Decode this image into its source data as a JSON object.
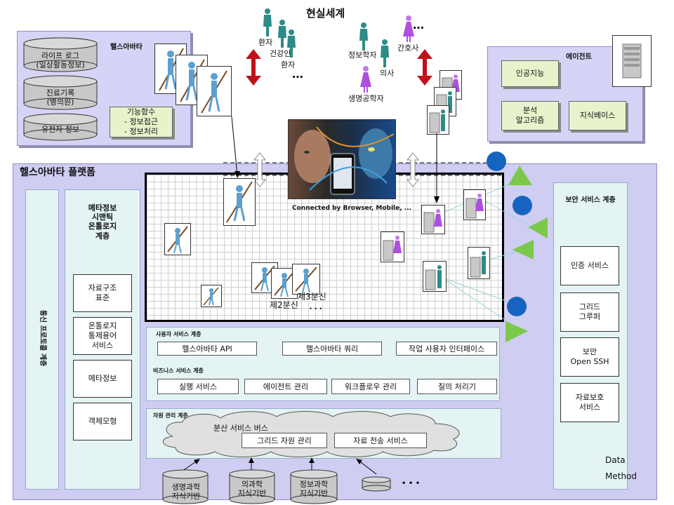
{
  "title": "현실세계",
  "real_world": {
    "patients_group": [
      "환자",
      "건강인",
      "환자"
    ],
    "experts_group": [
      "정보학자",
      "간호사",
      "의사",
      "생명공학자"
    ],
    "ellipsis": "…",
    "ellipsis2": "…",
    "ellipsis3": "• • •"
  },
  "health_avatar_panel": {
    "title": "헬스아바타",
    "db1": "라이프 로그\n(일상활동정보)",
    "db2": "진료기록\n(병의원)",
    "db3": "유전자 정보",
    "note": "기능함수\n- 정보접근\n- 정보처리"
  },
  "agent_panel": {
    "title": "에이전트",
    "note1": "인공지능",
    "note2": "분석\n알고리즘",
    "note3": "지식베이스"
  },
  "platform": {
    "title": "헬스아바타 플랫폼",
    "banner_caption": "Connected by Browser, Mobile, ...",
    "left_vertical": "통신 프로토콜 계층",
    "meta_title": "메타정보\n시맨틱\n온톨로지\n계층",
    "meta_items": [
      "자료구조\n표준",
      "온톨로지\n통제용어\n서비스",
      "메타정보",
      "객체모형"
    ],
    "clone2": "제2분신",
    "clone3": "제3분신",
    "clone_dots": "• • •"
  },
  "user_layer": {
    "title": "사용자 서비스 계층",
    "items": [
      "헬스아바타 API",
      "헬스아바타 쿼리",
      "작업 사용자 인터페이스"
    ]
  },
  "business_layer": {
    "title": "비즈니스 서비스 계층",
    "items": [
      "실행 서비스",
      "에이전트 관리",
      "워크플로우 관리",
      "질의 처리기"
    ]
  },
  "resource_layer": {
    "title": "자원 관리 계층",
    "bus": "분산 서비스 버스",
    "items": [
      "그리드 자원 관리",
      "자료 전송 서비스"
    ],
    "kb": [
      "생명과학\n지식기반",
      "의과학\n지식기반",
      "정보과학\n지식기반"
    ],
    "dots": "• • •"
  },
  "security_layer": {
    "title": "보안 서비스 계층",
    "items": [
      "인증 서비스",
      "그리드\n그루퍼",
      "보안\nOpen SSH",
      "자료보호\n서비스"
    ]
  },
  "legend": {
    "data": "Data",
    "method": "Method"
  },
  "colors": {
    "lavender": "#cfcdf2",
    "teal_person": "#2e8b88",
    "purple_person": "#b04ee0",
    "data_circle": "#1565c0",
    "method_triangle": "#7cc84a",
    "note_green": "#e8f3cc",
    "red_arrow": "#c0101a"
  }
}
